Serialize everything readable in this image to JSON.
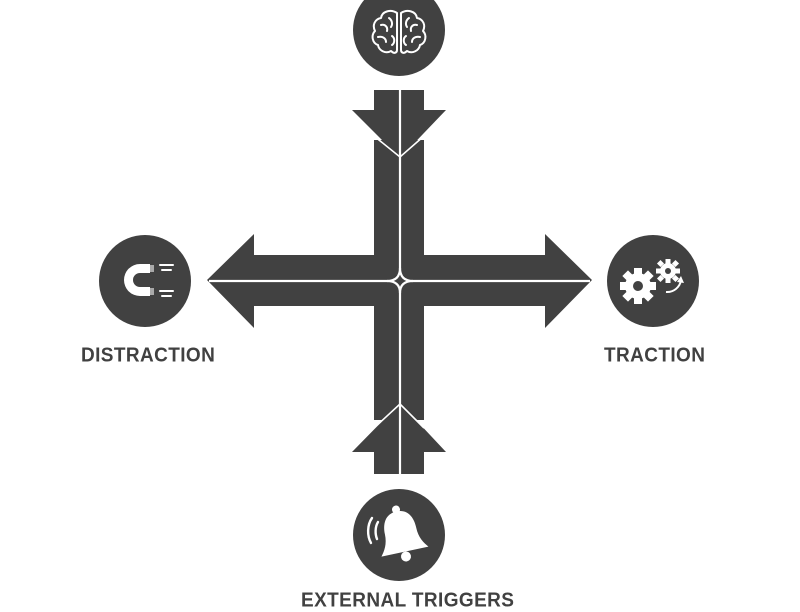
{
  "colors": {
    "background": "#ffffff",
    "shape": "#414141",
    "divider": "#ffffff"
  },
  "nodes": [
    {
      "key": "internal",
      "icon": "brain-icon",
      "label": ""
    },
    {
      "key": "distraction",
      "icon": "magnet-icon",
      "label": "DISTRACTION"
    },
    {
      "key": "traction",
      "icon": "gears-icon",
      "label": "TRACTION"
    },
    {
      "key": "external",
      "icon": "bell-icon",
      "label": "EXTERNAL TRIGGERS"
    }
  ],
  "labels": {
    "distraction": "DISTRACTION",
    "traction": "TRACTION",
    "external": "EXTERNAL TRIGGERS"
  }
}
